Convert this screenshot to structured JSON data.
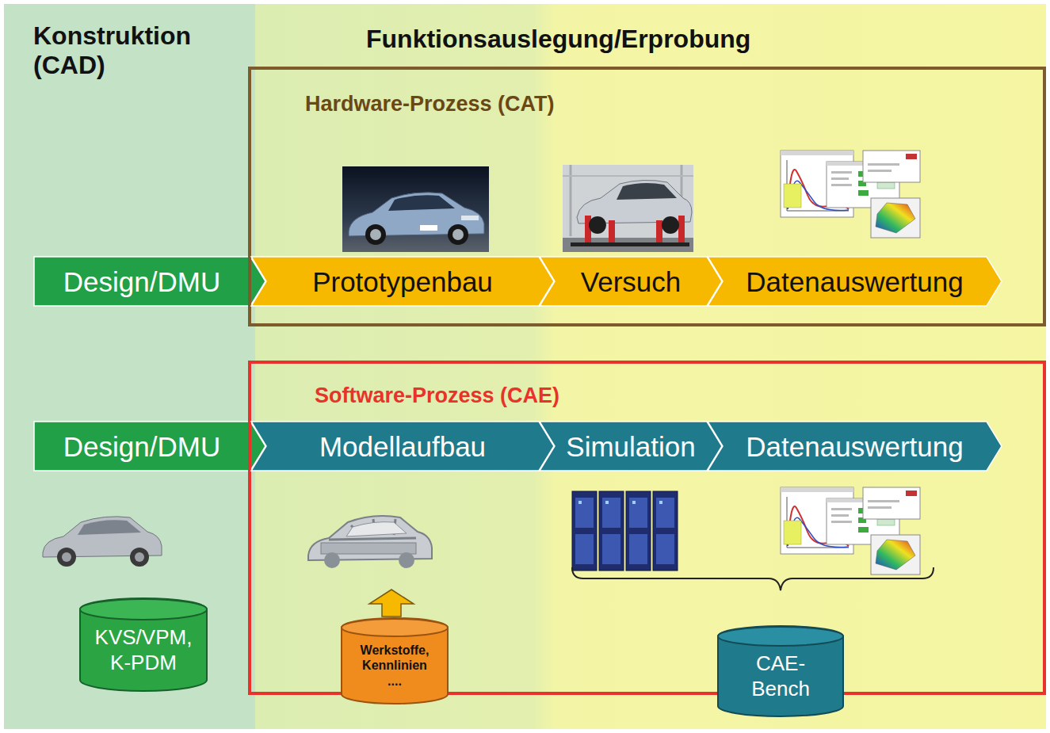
{
  "diagram": {
    "nodes": [
      {
        "text": [
          "Konstruktion (CAD)"
        ]
      },
      {
        "text": [
          "Funktionsauslegung/Erprobung"
        ]
      },
      {
        "text": [
          "Hardware-Prozess (CAT)"
        ],
        "in": 1
      },
      {
        "text": [
          "Design/DMU"
        ],
        "in": 0
      },
      {
        "text": [
          "Prototypenbau"
        ],
        "in": 2
      },
      {
        "text": [
          "Versuch"
        ],
        "in": 2
      },
      {
        "text": [
          "Datenauswertung"
        ],
        "in": 2
      },
      {
        "text": [
          "Software-Prozess (CAE)"
        ],
        "in": 1
      },
      {
        "text": [
          "Design/DMU"
        ],
        "in": 0
      },
      {
        "text": [
          "Modellaufbau"
        ],
        "in": 7
      },
      {
        "text": [
          "Simulation"
        ],
        "in": 7
      },
      {
        "text": [
          "Datenauswertung"
        ],
        "in": 7
      },
      {
        "text": [
          "KVS/VPM, K-PDM"
        ],
        "in": 0
      },
      {
        "text": [
          "Werkstoffe, Kennlinien ...."
        ],
        "in": 7
      },
      {
        "text": [
          "CAE- Bench"
        ],
        "in": 7
      }
    ]
  }
}
